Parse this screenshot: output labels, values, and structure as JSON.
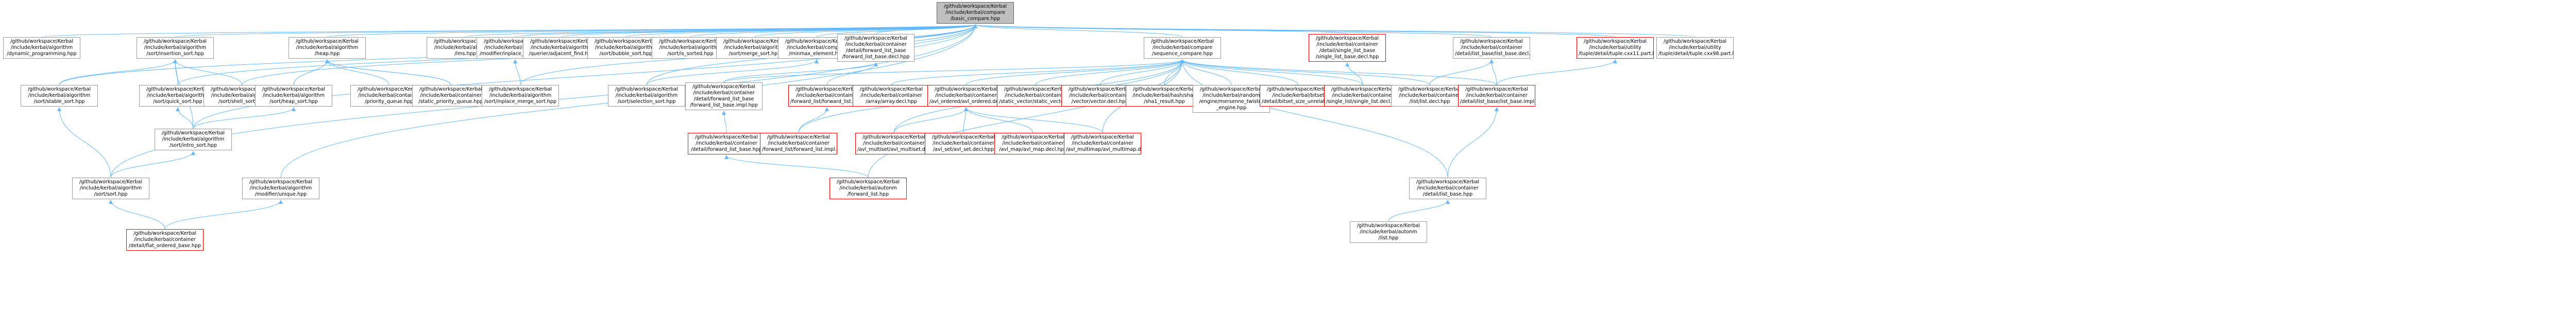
{
  "colors": {
    "edge": "#63b8ff",
    "root_fill": "#bfbfbf",
    "normal_border": "#999999",
    "red_border": "#ff0000"
  },
  "nodes": [
    {
      "id": "root",
      "lines": [
        "/github/workspace/Kerbal",
        "/include/kerbal/compare",
        "/basic_compare.hpp"
      ],
      "style": "root"
    },
    {
      "id": "dyn",
      "lines": [
        "/github/workspace/Kerbal",
        "/include/kerbal/algorithm",
        "/dynamic_programming.hpp"
      ],
      "style": "normal"
    },
    {
      "id": "ins",
      "lines": [
        "/github/workspace/Kerbal",
        "/include/kerbal/algorithm",
        "/sort/insertion_sort.hpp"
      ],
      "style": "normal"
    },
    {
      "id": "heap",
      "lines": [
        "/github/workspace/Kerbal",
        "/include/kerbal/algorithm",
        "/heap.hpp"
      ],
      "style": "normal"
    },
    {
      "id": "lms",
      "lines": [
        "/github/workspace/Kerbal",
        "/include/kerbal/algorithm",
        "/lms.hpp"
      ],
      "style": "normal"
    },
    {
      "id": "inplm",
      "lines": [
        "/github/workspace/Kerbal",
        "/include/kerbal/algorithm",
        "/modifier/inplace_merge.hpp"
      ],
      "style": "normal"
    },
    {
      "id": "quer",
      "lines": [
        "/github/workspace/Kerbal",
        "/include/kerbal/algorithm",
        "/querier/adjacent_find.hpp"
      ],
      "style": "normal"
    },
    {
      "id": "bub",
      "lines": [
        "/github/workspace/Kerbal",
        "/include/kerbal/algorithm",
        "/sort/bubble_sort.hpp"
      ],
      "style": "normal"
    },
    {
      "id": "issorted",
      "lines": [
        "/github/workspace/Kerbal",
        "/include/kerbal/algorithm",
        "/sort/is_sorted.hpp"
      ],
      "style": "normal"
    },
    {
      "id": "mrg",
      "lines": [
        "/github/workspace/Kerbal",
        "/include/kerbal/algorithm",
        "/sort/merge_sort.hpp"
      ],
      "style": "normal"
    },
    {
      "id": "minmax",
      "lines": [
        "/github/workspace/Kerbal",
        "/include/kerbal/compare",
        "/minmax_element.hpp"
      ],
      "style": "normal"
    },
    {
      "id": "fwlbd",
      "lines": [
        "/github/workspace/Kerbal",
        "/include/kerbal/container",
        "/detail/forward_list_base",
        "/forward_list_base.decl.hpp"
      ],
      "style": "normal"
    },
    {
      "id": "seqc",
      "lines": [
        "/github/workspace/Kerbal",
        "/include/kerbal/compare",
        "/sequence_compare.hpp"
      ],
      "style": "normal"
    },
    {
      "id": "slbd",
      "lines": [
        "/github/workspace/Kerbal",
        "/include/kerbal/container",
        "/detail/single_list_base",
        "/single_list_base.decl.hpp"
      ],
      "style": "red"
    },
    {
      "id": "lbd",
      "lines": [
        "/github/workspace/Kerbal",
        "/include/kerbal/container",
        "/detail/list_base/list_base.decl.hpp"
      ],
      "style": "normal"
    },
    {
      "id": "cxx11",
      "lines": [
        "/github/workspace/Kerbal",
        "/include/kerbal/utility",
        "/tuple/detail/tuple.cxx11.part.hpp"
      ],
      "style": "red"
    },
    {
      "id": "cxx98",
      "lines": [
        "/github/workspace/Kerbal",
        "/include/kerbal/utility",
        "/tuple/detail/tuple.cxx98.part.hpp"
      ],
      "style": "normal"
    },
    {
      "id": "stable",
      "lines": [
        "/github/workspace/Kerbal",
        "/include/kerbal/algorithm",
        "/sort/stable_sort.hpp"
      ],
      "style": "normal"
    },
    {
      "id": "quick",
      "lines": [
        "/github/workspace/Kerbal",
        "/include/kerbal/algorithm",
        "/sort/quick_sort.hpp"
      ],
      "style": "normal"
    },
    {
      "id": "shell",
      "lines": [
        "/github/workspace/Kerbal",
        "/include/kerbal/algorithm",
        "/sort/shell_sort.hpp"
      ],
      "style": "normal"
    },
    {
      "id": "heapsort",
      "lines": [
        "/github/workspace/Kerbal",
        "/include/kerbal/algorithm",
        "/sort/heap_sort.hpp"
      ],
      "style": "normal"
    },
    {
      "id": "pq",
      "lines": [
        "/github/workspace/Kerbal",
        "/include/kerbal/container",
        "/priority_queue.hpp"
      ],
      "style": "normal"
    },
    {
      "id": "spq",
      "lines": [
        "/github/workspace/Kerbal",
        "/include/kerbal/container",
        "/static_priority_queue.hpp"
      ],
      "style": "normal"
    },
    {
      "id": "inpms",
      "lines": [
        "/github/workspace/Kerbal",
        "/include/kerbal/algorithm",
        "/sort/inplace_merge_sort.hpp"
      ],
      "style": "normal"
    },
    {
      "id": "sel",
      "lines": [
        "/github/workspace/Kerbal",
        "/include/kerbal/algorithm",
        "/sort/selection_sort.hpp"
      ],
      "style": "normal"
    },
    {
      "id": "fwlbi",
      "lines": [
        "/github/workspace/Kerbal",
        "/include/kerbal/container",
        "/detail/forward_list_base",
        "/forward_list_base.impl.hpp"
      ],
      "style": "normal"
    },
    {
      "id": "fwld",
      "lines": [
        "/github/workspace/Kerbal",
        "/include/kerbal/container",
        "/forward_list/forward_list.decl.hpp"
      ],
      "style": "red"
    },
    {
      "id": "arrd",
      "lines": [
        "/github/workspace/Kerbal",
        "/include/kerbal/container",
        "/array/array.decl.hpp"
      ],
      "style": "red"
    },
    {
      "id": "avlob",
      "lines": [
        "/github/workspace/Kerbal",
        "/include/kerbal/container",
        "/avl_ordered/avl_ordered.decl.hpp"
      ],
      "style": "red"
    },
    {
      "id": "svd",
      "lines": [
        "/github/workspace/Kerbal",
        "/include/kerbal/container",
        "/static_vector/static_vector.decl.hpp"
      ],
      "style": "red"
    },
    {
      "id": "vecd",
      "lines": [
        "/github/workspace/Kerbal",
        "/include/kerbal/container",
        "/vector/vector.decl.hpp"
      ],
      "style": "red"
    },
    {
      "id": "sha1",
      "lines": [
        "/github/workspace/Kerbal",
        "/include/kerbal/hash/sha1",
        "/sha1_result.hpp"
      ],
      "style": "red"
    },
    {
      "id": "mt",
      "lines": [
        "/github/workspace/Kerbal",
        "/include/kerbal/random",
        "/engine/mersenne_twister",
        "_engine.hpp"
      ],
      "style": "normal"
    },
    {
      "id": "bitset",
      "lines": [
        "/github/workspace/Kerbal",
        "/include/kerbal/bitset",
        "/detail/bitset_size_unrelated.hpp"
      ],
      "style": "red"
    },
    {
      "id": "sld",
      "lines": [
        "/github/workspace/Kerbal",
        "/include/kerbal/container",
        "/single_list/single_list.decl.hpp"
      ],
      "style": "red"
    },
    {
      "id": "listd",
      "lines": [
        "/github/workspace/Kerbal",
        "/include/kerbal/container",
        "/list/list.decl.hpp"
      ],
      "style": "normal"
    },
    {
      "id": "lbi",
      "lines": [
        "/github/workspace/Kerbal",
        "/include/kerbal/container",
        "/detail/list_base/list_base.impl.hpp"
      ],
      "style": "red"
    },
    {
      "id": "intro",
      "lines": [
        "/github/workspace/Kerbal",
        "/include/kerbal/algorithm",
        "/sort/intro_sort.hpp"
      ],
      "style": "normal"
    },
    {
      "id": "fwlb",
      "lines": [
        "/github/workspace/Kerbal",
        "/include/kerbal/container",
        "/detail/forward_list_base.hpp"
      ],
      "style": "red"
    },
    {
      "id": "fwli",
      "lines": [
        "/github/workspace/Kerbal",
        "/include/kerbal/container",
        "/forward_list/forward_list.impl.hpp"
      ],
      "style": "red"
    },
    {
      "id": "avlmul",
      "lines": [
        "/github/workspace/Kerbal",
        "/include/kerbal/container",
        "/avl_multiset/avl_multiset.decl.hpp"
      ],
      "style": "red"
    },
    {
      "id": "avlset",
      "lines": [
        "/github/workspace/Kerbal",
        "/include/kerbal/container",
        "/avl_set/avl_set.decl.hpp"
      ],
      "style": "red"
    },
    {
      "id": "avlmap",
      "lines": [
        "/github/workspace/Kerbal",
        "/include/kerbal/container",
        "/avl_map/avl_map.decl.hpp"
      ],
      "style": "red"
    },
    {
      "id": "avlmm",
      "lines": [
        "/github/workspace/Kerbal",
        "/include/kerbal/container",
        "/avl_multimap/avl_multimap.decl.hpp"
      ],
      "style": "red"
    },
    {
      "id": "sort",
      "lines": [
        "/github/workspace/Kerbal",
        "/include/kerbal/algorithm",
        "/sort/sort.hpp"
      ],
      "style": "normal"
    },
    {
      "id": "uniq",
      "lines": [
        "/github/workspace/Kerbal",
        "/include/kerbal/algorithm",
        "/modifier/unique.hpp"
      ],
      "style": "normal"
    },
    {
      "id": "fwl",
      "lines": [
        "/github/workspace/Kerbal",
        "/include/kerbal/autonm",
        "/forward_list.hpp"
      ],
      "style": "red"
    },
    {
      "id": "dlb",
      "lines": [
        "/github/workspace/Kerbal",
        "/include/kerbal/container",
        "/detail/list_base.hpp"
      ],
      "style": "normal"
    },
    {
      "id": "alist",
      "lines": [
        "/github/workspace/Kerbal",
        "/include/kerbal/autonm",
        "/list.hpp"
      ],
      "style": "normal"
    },
    {
      "id": "flat",
      "lines": [
        "/github/workspace/Kerbal",
        "/include/kerbal/container",
        "/detail/flat_ordered_base.hpp"
      ],
      "style": "red"
    }
  ],
  "edges": [
    [
      "dyn",
      "root"
    ],
    [
      "ins",
      "root"
    ],
    [
      "heap",
      "root"
    ],
    [
      "lms",
      "root"
    ],
    [
      "inplm",
      "root"
    ],
    [
      "quer",
      "root"
    ],
    [
      "bub",
      "root"
    ],
    [
      "issorted",
      "root"
    ],
    [
      "mrg",
      "root"
    ],
    [
      "minmax",
      "root"
    ],
    [
      "fwlbd",
      "root"
    ],
    [
      "seqc",
      "root"
    ],
    [
      "slbd",
      "root"
    ],
    [
      "lbd",
      "root"
    ],
    [
      "cxx11",
      "root"
    ],
    [
      "cxx98",
      "root"
    ],
    [
      "stable",
      "root"
    ],
    [
      "quick",
      "root"
    ],
    [
      "shell",
      "root"
    ],
    [
      "sort",
      "root"
    ],
    [
      "intro",
      "root"
    ],
    [
      "uniq",
      "root"
    ],
    [
      "inpms",
      "root"
    ],
    [
      "sel",
      "root"
    ],
    [
      "stable",
      "ins"
    ],
    [
      "quick",
      "ins"
    ],
    [
      "shell",
      "ins"
    ],
    [
      "intro",
      "ins"
    ],
    [
      "sort",
      "stable"
    ],
    [
      "intro",
      "quick"
    ],
    [
      "sort",
      "intro"
    ],
    [
      "intro",
      "heapsort"
    ],
    [
      "heapsort",
      "heap"
    ],
    [
      "pq",
      "heap"
    ],
    [
      "spq",
      "heap"
    ],
    [
      "spq",
      "heap"
    ],
    [
      "inpms",
      "inplm"
    ],
    [
      "sel",
      "minmax"
    ],
    [
      "fwlbi",
      "fwlbd"
    ],
    [
      "fwld",
      "fwlbd"
    ],
    [
      "fwlb",
      "fwlbi"
    ],
    [
      "fwli",
      "fwld"
    ],
    [
      "fwli",
      "seqc"
    ],
    [
      "arrd",
      "seqc"
    ],
    [
      "avlob",
      "seqc"
    ],
    [
      "svd",
      "seqc"
    ],
    [
      "vecd",
      "seqc"
    ],
    [
      "sha1",
      "seqc"
    ],
    [
      "mt",
      "seqc"
    ],
    [
      "bitset",
      "seqc"
    ],
    [
      "sld",
      "seqc"
    ],
    [
      "listd",
      "seqc"
    ],
    [
      "lbi",
      "seqc"
    ],
    [
      "fwlbi",
      "seqc"
    ],
    [
      "avlmul",
      "seqc"
    ],
    [
      "avlmm",
      "seqc"
    ],
    [
      "fwl",
      "seqc"
    ],
    [
      "dlb",
      "seqc"
    ],
    [
      "avlmul",
      "avlob"
    ],
    [
      "avlset",
      "avlob"
    ],
    [
      "avlmap",
      "avlob"
    ],
    [
      "avlmm",
      "avlob"
    ],
    [
      "sld",
      "slbd"
    ],
    [
      "lbi",
      "lbd"
    ],
    [
      "listd",
      "lbd"
    ],
    [
      "dlb",
      "lbi"
    ],
    [
      "alist",
      "dlb"
    ],
    [
      "fwl",
      "fwlb"
    ],
    [
      "flat",
      "sort"
    ],
    [
      "flat",
      "uniq"
    ],
    [
      "lbi",
      "cxx11"
    ]
  ]
}
